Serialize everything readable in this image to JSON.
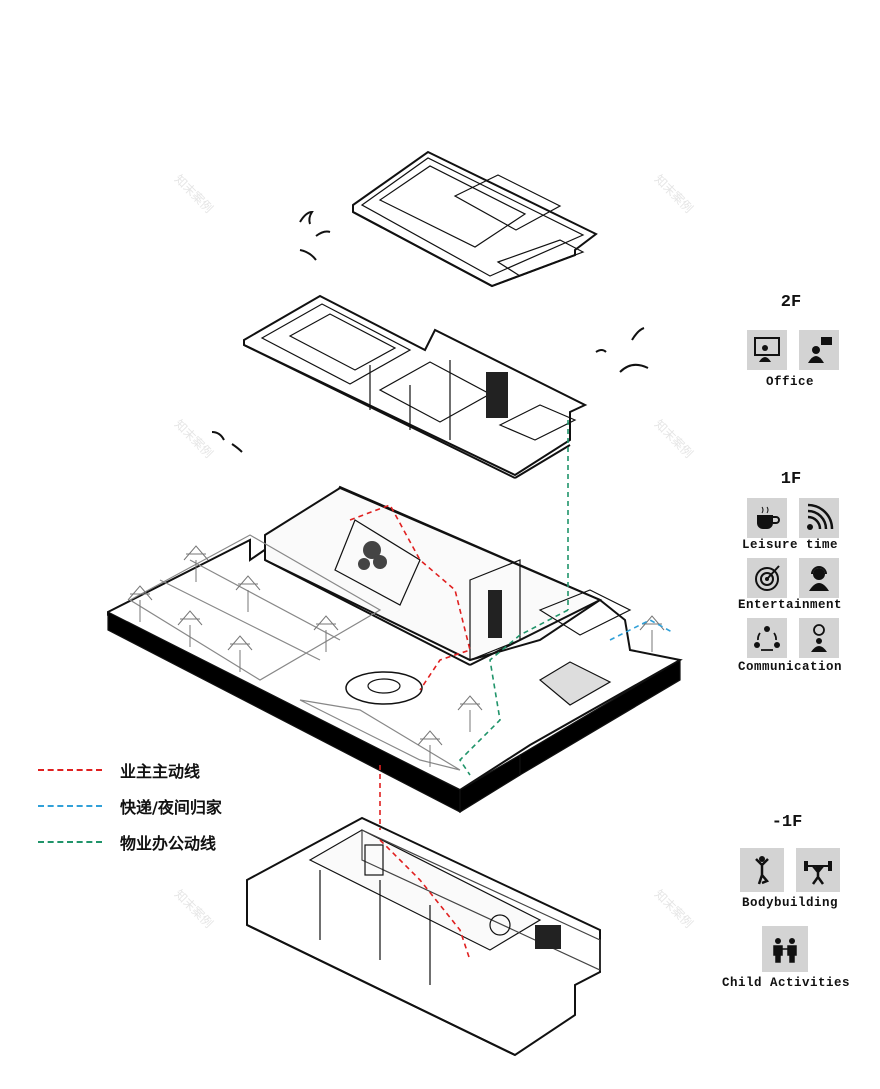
{
  "floors": {
    "f2": {
      "label": "2F",
      "groups": [
        {
          "caption": "Office",
          "icons": [
            "presentation-icon",
            "speech-person-icon"
          ]
        }
      ]
    },
    "f1": {
      "label": "1F",
      "groups": [
        {
          "caption": "Leisure time",
          "icons": [
            "coffee-cup-icon",
            "wifi-icon"
          ]
        },
        {
          "caption": "Entertainment",
          "icons": [
            "target-icon",
            "headset-person-icon"
          ]
        },
        {
          "caption": "Communication",
          "icons": [
            "exchange-people-icon",
            "idea-person-icon"
          ]
        }
      ]
    },
    "b1": {
      "label": "-1F",
      "groups": [
        {
          "caption": "Bodybuilding",
          "icons": [
            "yoga-icon",
            "weightlifting-icon"
          ]
        },
        {
          "caption": "Child Activities",
          "icons": [
            "children-icon"
          ]
        }
      ]
    }
  },
  "legend": [
    {
      "label": "业主主动线",
      "color": "#e02020"
    },
    {
      "label": "快递/夜间归家",
      "color": "#30a0d8"
    },
    {
      "label": "物业办公动线",
      "color": "#20946a"
    }
  ],
  "watermark": "知末案例",
  "colors": {
    "ink": "#111111",
    "slab": "#000000",
    "icon_bg": "#d3d3d3"
  }
}
